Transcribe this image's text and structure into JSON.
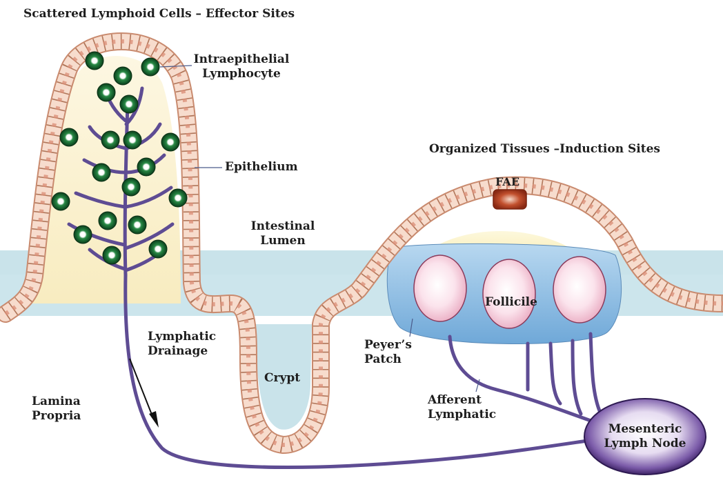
{
  "labels": {
    "effector_title": "Scattered Lymphoid Cells – Effector Sites",
    "induction_title": "Organized Tissues –Induction Sites",
    "iel_line1": "Intraepithelial",
    "iel_line2": "Lymphocyte",
    "epithelium": "Epithelium",
    "lumen_line1": "Intestinal",
    "lumen_line2": "Lumen",
    "fae": "FAE",
    "follicle": "Follicile",
    "peyers_line1": "Peyer’s",
    "peyers_line2": "Patch",
    "lymphatic_line1": "Lymphatic",
    "lymphatic_line2": "Drainage",
    "crypt": "Crypt",
    "lamina_line1": "Lamina",
    "lamina_line2": "Propria",
    "afferent_line1": "Afferent",
    "afferent_line2": "Lymphatic",
    "node_line1": "Mesenteric",
    "node_line2": "Lymph Node"
  },
  "colors": {
    "lumen": "#c9e3ea",
    "cell_fill": "#f6d6c6",
    "cell_edge": "#b0765a",
    "villus_core": "#fbf3d0",
    "vessel": "#5e4c93",
    "lymphocyte": "#1c7a3a",
    "follicle": "#f2b8cc",
    "dome": "#f4e28a",
    "patch": "#7fb4e0",
    "fae": "#b83a1c",
    "node": "#5a3c8a"
  }
}
